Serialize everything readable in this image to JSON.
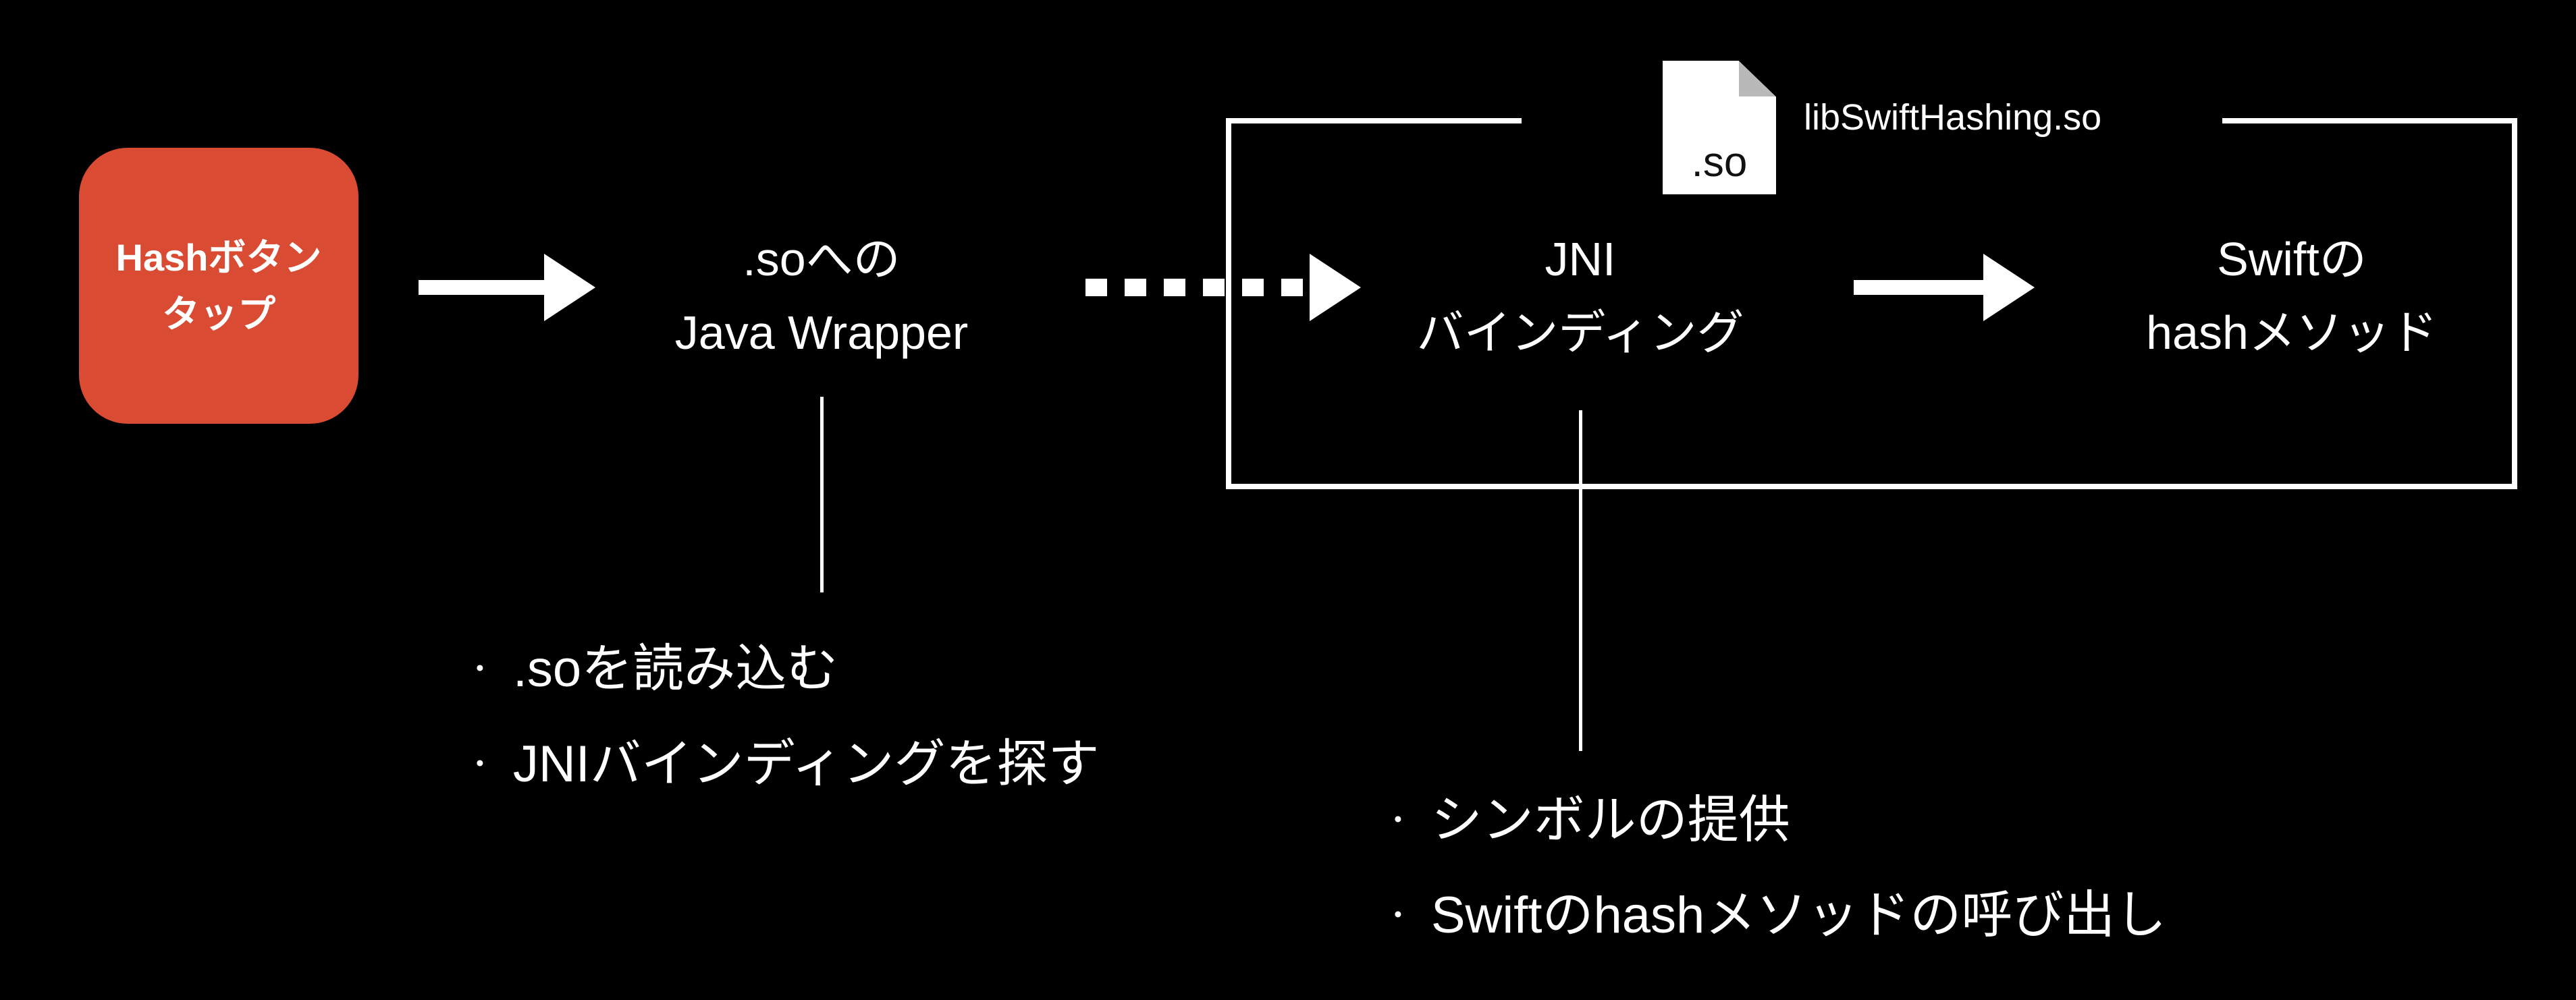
{
  "diagram": {
    "bullet": "・",
    "nodes": {
      "hash_button": {
        "line1": "Hashボタン",
        "line2": "タップ"
      },
      "java_wrapper": {
        "line1": ".soへの",
        "line2": "Java Wrapper"
      },
      "jni_binding": {
        "line1": "JNI",
        "line2": "バインディング"
      },
      "swift_hash": {
        "line1": "Swiftの",
        "line2": "hashメソッド"
      }
    },
    "library_file": {
      "icon_label": ".so",
      "filename": "libSwiftHashing.so"
    },
    "java_wrapper_notes": [
      ".soを読み込む",
      "JNIバインディングを探す"
    ],
    "jni_binding_notes": [
      "シンボルの提供",
      "Swiftのhashメソッドの呼び出し"
    ],
    "colors": {
      "background": "#000000",
      "node_red": "#d94b32",
      "foreground": "#ffffff",
      "file_fold_gray": "#b9b9b9"
    }
  }
}
